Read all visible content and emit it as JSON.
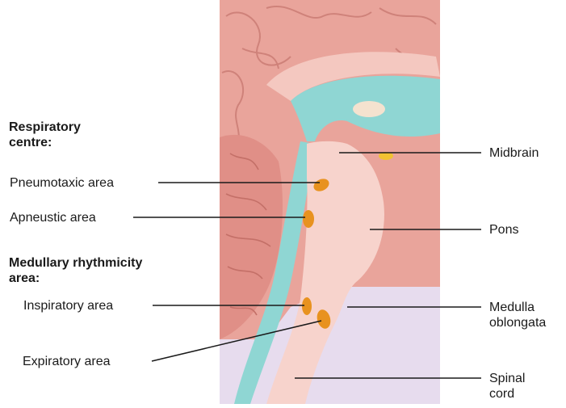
{
  "left_labels": {
    "respiratory_heading": [
      "Respiratory",
      "centre:"
    ],
    "pneumotaxic": "Pneumotaxic area",
    "apneustic": "Apneustic area",
    "medullary_heading": [
      "Medullary rhythmicity",
      "area:"
    ],
    "inspiratory": "Inspiratory area",
    "expiratory": "Expiratory area"
  },
  "right_labels": {
    "midbrain": "Midbrain",
    "pons": "Pons",
    "medulla": [
      "Medulla",
      "oblongata"
    ],
    "spinal": [
      "Spinal",
      "cord"
    ]
  },
  "colors": {
    "brain_tissue": "#e9a49b",
    "brainstem": "#f7d3cc",
    "ventricle": "#8fd6d3",
    "nucleus": "#e8921f",
    "lavender_bg": "#e7dcee"
  }
}
